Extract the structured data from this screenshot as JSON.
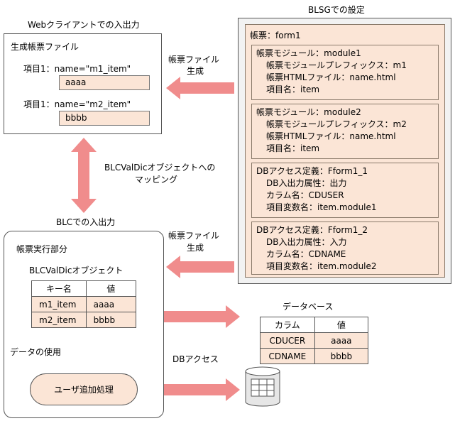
{
  "web_section": {
    "title": "Webクライアントでの入出力",
    "box_title": "生成帳票ファイル",
    "item1_label": "項目1：name=\"m1_item\"",
    "item1_value": "aaaa",
    "item2_label": "項目1：name=\"m2_item\"",
    "item2_value": "bbbb"
  },
  "blsg_section": {
    "title": "BLSGでの設定",
    "form_label": "帳票：form1",
    "modules": [
      {
        "line1": "帳票モジュール：module1",
        "line2": "帳票モジュールプレフィックス：m1",
        "line3": "帳票HTMLファイル：name.html",
        "line4": "項目名：item"
      },
      {
        "line1": "帳票モジュール：module2",
        "line2": "帳票モジュールプレフィックス：m2",
        "line3": "帳票HTMLファイル：name.html",
        "line4": "項目名：item"
      }
    ],
    "db_defs": [
      {
        "line1": "DBアクセス定義：Fform1_1",
        "line2": "DB入出力属性：出力",
        "line3": "カラム名：CDUSER",
        "line4": "項目変数名：item.module1"
      },
      {
        "line1": "DBアクセス定義：Fform1_2",
        "line2": "DB入出力属性：入力",
        "line3": "カラム名：CDNAME",
        "line4": "項目変数名：item.module2"
      }
    ]
  },
  "arrows": {
    "gen_file_top_1": "帳票ファイル",
    "gen_file_top_2": "生成",
    "mapping_1": "BLCValDicオブジェクトへの",
    "mapping_2": "マッピング",
    "gen_file_mid_1": "帳票ファイル",
    "gen_file_mid_2": "生成",
    "data_use": "データの使用",
    "db_access": "DBアクセス"
  },
  "blc_section": {
    "title": "BLCでの入出力",
    "exec_label": "帳票実行部分",
    "object_title": "BLCValDicオブジェクト",
    "table_header": [
      "キー名",
      "値"
    ],
    "table_rows": [
      [
        "m1_item",
        "aaaa"
      ],
      [
        "m2_item",
        "bbbb"
      ]
    ],
    "user_process": "ユーザ追加処理"
  },
  "database": {
    "title": "データベース",
    "table_header": [
      "カラム",
      "値"
    ],
    "table_rows": [
      [
        "CDUCER",
        "aaaa"
      ],
      [
        "CDNAME",
        "bbbb"
      ]
    ]
  },
  "colors": {
    "arrow": "#f08c8c",
    "panel_fill": "#fbe5d6",
    "outer_fill": "#f2f2f2"
  }
}
